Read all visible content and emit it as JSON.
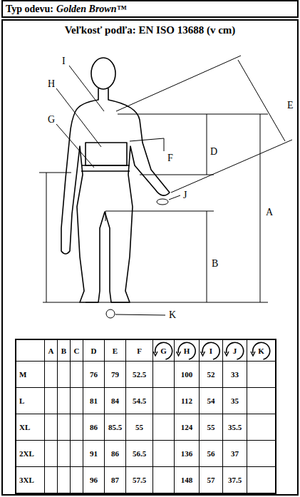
{
  "diagram": {
    "nodes": [
      {
        "text": [
          "Typ odevu:",
          "Golden Brown™"
        ]
      },
      {
        "text": [
          "Veľkosť podľa: EN ISO 13688 (v cm)"
        ]
      }
    ],
    "labels": [
      "I",
      "H",
      "G",
      "E",
      "D",
      "F",
      "J",
      "A",
      "B",
      "K",
      "A",
      "B",
      "C",
      "D",
      "E",
      "F",
      "G",
      "H",
      "I",
      "J",
      "K",
      "M",
      "76",
      "79",
      "52.5",
      "100",
      "52",
      "33",
      "L",
      "81",
      "84",
      "54.5",
      "112",
      "54",
      "35",
      "XL",
      "86",
      "85.5",
      "55",
      "124",
      "55",
      "35.5",
      "2XL",
      "91",
      "86",
      "56.5",
      "136",
      "56",
      "37",
      "3XL",
      "96",
      "87",
      "57.5",
      "148",
      "57",
      "37.5"
    ]
  }
}
